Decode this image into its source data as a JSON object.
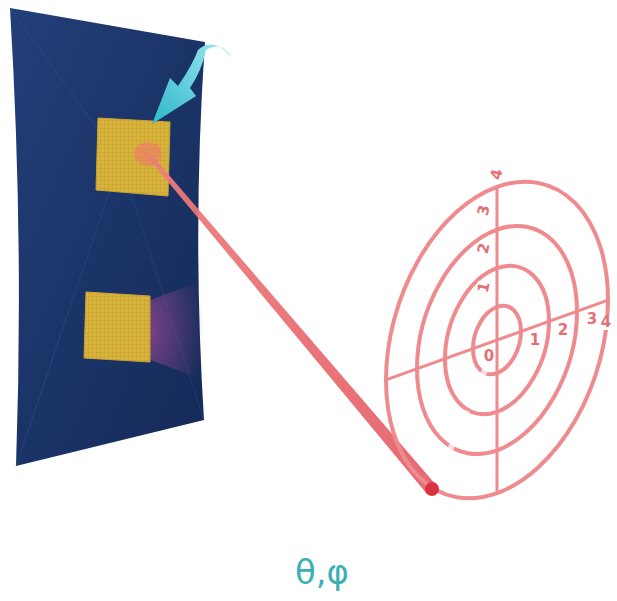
{
  "diagram": {
    "labels": [
      "4",
      "3",
      "2",
      "1",
      "0",
      "1",
      "2",
      "3",
      "4",
      "θ,φ"
    ]
  }
}
